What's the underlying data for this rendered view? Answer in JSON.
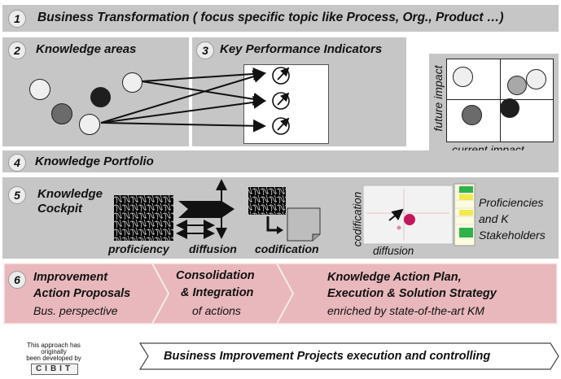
{
  "row1": {
    "number": "1",
    "title": "Business Transformation ( focus specific topic like Process, Org., Product …)"
  },
  "row2": {
    "knowledge_areas": {
      "number": "2",
      "title": "Knowledge areas"
    },
    "kpi": {
      "number": "3",
      "title": "Key Performance Indicators"
    },
    "matrix": {
      "y_label": "future impact",
      "x_label": "current impact"
    }
  },
  "row4": {
    "number": "4",
    "title": "Knowledge Portfolio"
  },
  "row5": {
    "number": "5",
    "title_line1": "Knowledge",
    "title_line2": "Cockpit",
    "labels": {
      "proficiency": "proficiency",
      "diffusion": "diffusion",
      "codification": "codification"
    },
    "chart": {
      "y_label": "codification",
      "x_label": "diffusion"
    },
    "side_text_line1": "Proficiencies",
    "side_text_line2": "and K",
    "side_text_line3": "Stakeholders"
  },
  "row6": {
    "number": "6",
    "step1": {
      "line1": "Improvement",
      "line2": "Action Proposals",
      "line3": "Bus. perspective"
    },
    "step2": {
      "line1": "Consolidation",
      "line2": "& Integration",
      "line3": "of actions"
    },
    "step3": {
      "line1": "Knowledge Action Plan,",
      "line2": "Execution & Solution Strategy",
      "line3": "enriched by state-of-the-art KM"
    }
  },
  "footer": {
    "credit_line1": "This approach has",
    "credit_line2": "originally",
    "credit_line3": "been developed by",
    "credit_logo": "CIBIT",
    "execution": "Business Improvement Projects execution and controlling"
  },
  "colors": {
    "band": "#c6c6c6",
    "pink": "#e9b8bc",
    "dark_circle": "#1e1e1e",
    "mid_circle": "#6b6b6b",
    "light_circle": "#efefef"
  }
}
